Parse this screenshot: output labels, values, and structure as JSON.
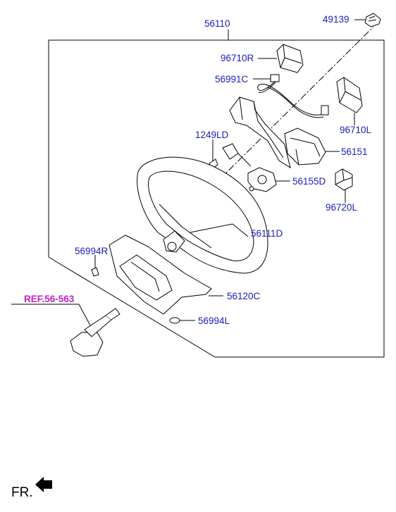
{
  "diagram": {
    "labels": {
      "p56110": "56110",
      "p49139": "49139",
      "p96710R": "96710R",
      "p56991C": "56991C",
      "p96710L": "96710L",
      "p1249LD": "1249LD",
      "p56151": "56151",
      "p56155D": "56155D",
      "p96720L": "96720L",
      "p56111D": "56111D",
      "p56994R": "56994R",
      "p56120C": "56120C",
      "p56994L": "56994L"
    },
    "ref_label": "REF.56-563",
    "direction_label": "FR."
  },
  "colors": {
    "label": "#1a20b8",
    "ref": "#c020c8",
    "line": "#000000"
  }
}
